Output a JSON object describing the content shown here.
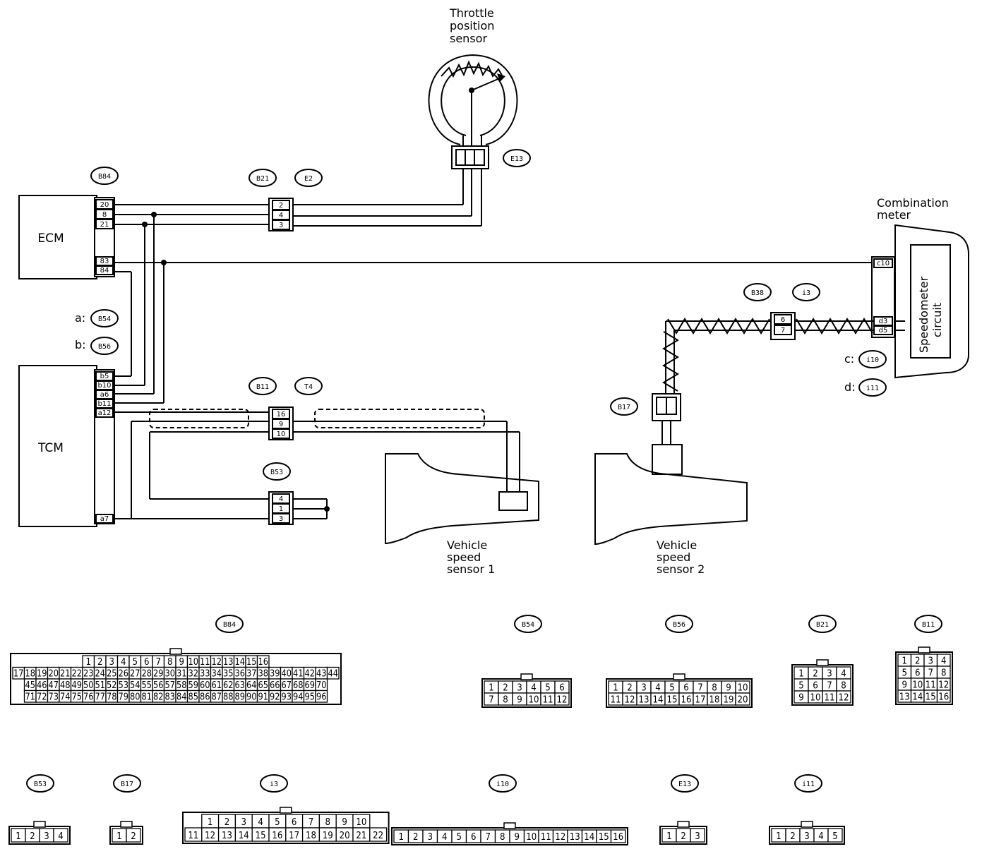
{
  "components": {
    "tps": [
      "Throttle",
      "position",
      "sensor"
    ],
    "ecm": "ECM",
    "tcm": "TCM",
    "meter": [
      "Combination",
      "meter"
    ],
    "speedo": [
      "Speedometer",
      "circuit"
    ],
    "vss1": [
      "Vehicle",
      "speed",
      "sensor 1"
    ],
    "vss2": [
      "Vehicle",
      "speed",
      "sensor 2"
    ]
  },
  "tags": {
    "b84": "B84",
    "b21": "B21",
    "e2": "E2",
    "e13": "E13",
    "b38": "B38",
    "i3": "i3",
    "b54": "B54",
    "b56": "B56",
    "b11": "B11",
    "t4": "T4",
    "b53": "B53",
    "b17": "B17",
    "i10": "i10",
    "i11": "i11"
  },
  "prefix": {
    "a": "a:",
    "b": "b:",
    "c": "c:",
    "d": "d:"
  },
  "pins": {
    "ecm": [
      "20",
      "8",
      "21",
      "83",
      "84"
    ],
    "tcm": [
      "b5",
      "b10",
      "a6",
      "b11",
      "a12",
      "a7"
    ],
    "b21": [
      "2",
      "4",
      "3"
    ],
    "b11": [
      "16",
      "9",
      "10"
    ],
    "b53": [
      "4",
      "1",
      "3"
    ],
    "b38": [
      "6",
      "7"
    ],
    "meter": [
      "c10",
      "d3",
      "d5"
    ]
  },
  "connectors": {
    "b84": {
      "rows": [
        [
          "1",
          "2",
          "3",
          "4",
          "5",
          "6",
          "7",
          "8",
          "9",
          "10",
          "11",
          "12",
          "13",
          "14",
          "15",
          "16"
        ],
        [
          "17",
          "18",
          "19",
          "20",
          "21",
          "22",
          "23",
          "24",
          "25",
          "26",
          "27",
          "28",
          "29",
          "30",
          "31",
          "32",
          "33",
          "34",
          "35",
          "36",
          "37",
          "38",
          "39",
          "40",
          "41",
          "42",
          "43",
          "44"
        ],
        [
          "45",
          "46",
          "47",
          "48",
          "49",
          "50",
          "51",
          "52",
          "53",
          "54",
          "55",
          "56",
          "57",
          "58",
          "59",
          "60",
          "61",
          "62",
          "63",
          "64",
          "65",
          "66",
          "67",
          "68",
          "69",
          "70"
        ],
        [
          "71",
          "72",
          "73",
          "74",
          "75",
          "76",
          "77",
          "78",
          "79",
          "80",
          "81",
          "82",
          "83",
          "84",
          "85",
          "86",
          "87",
          "88",
          "89",
          "90",
          "91",
          "92",
          "93",
          "94",
          "95",
          "96"
        ]
      ]
    },
    "b54": {
      "rows": [
        [
          "1",
          "2",
          "3",
          "4",
          "5",
          "6"
        ],
        [
          "7",
          "8",
          "9",
          "10",
          "11",
          "12"
        ]
      ]
    },
    "b56": {
      "rows": [
        [
          "1",
          "2",
          "3",
          "4",
          "5",
          "6",
          "7",
          "8",
          "9",
          "10"
        ],
        [
          "11",
          "12",
          "13",
          "14",
          "15",
          "16",
          "17",
          "18",
          "19",
          "20"
        ]
      ]
    },
    "b21": {
      "rows": [
        [
          "1",
          "2",
          "3",
          "4"
        ],
        [
          "5",
          "6",
          "7",
          "8"
        ],
        [
          "9",
          "10",
          "11",
          "12"
        ]
      ]
    },
    "b11": {
      "rows": [
        [
          "1",
          "2",
          "3",
          "4"
        ],
        [
          "5",
          "6",
          "7",
          "8"
        ],
        [
          "9",
          "10",
          "11",
          "12"
        ],
        [
          "13",
          "14",
          "15",
          "16"
        ]
      ]
    },
    "b53": {
      "rows": [
        [
          "1",
          "2",
          "3",
          "4"
        ]
      ]
    },
    "b17": {
      "rows": [
        [
          "1",
          "2"
        ]
      ]
    },
    "i3": {
      "rows": [
        [
          "1",
          "2",
          "3",
          "4",
          "5",
          "6",
          "7",
          "8",
          "9",
          "10"
        ],
        [
          "11",
          "12",
          "13",
          "14",
          "15",
          "16",
          "17",
          "18",
          "19",
          "20",
          "21",
          "22"
        ]
      ]
    },
    "i10": {
      "rows": [
        [
          "1",
          "2",
          "3",
          "4",
          "5",
          "6",
          "7",
          "8",
          "9",
          "10",
          "11",
          "12",
          "13",
          "14",
          "15",
          "16"
        ]
      ]
    },
    "e13": {
      "rows": [
        [
          "1",
          "2",
          "3"
        ]
      ]
    },
    "i11": {
      "rows": [
        [
          "1",
          "2",
          "3",
          "4",
          "5"
        ]
      ]
    }
  }
}
